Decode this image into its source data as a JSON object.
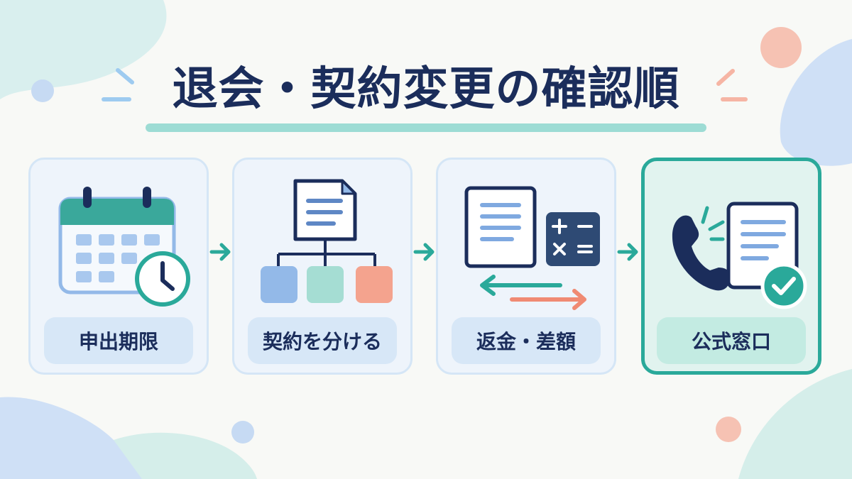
{
  "title": "退会・契約変更の確認順",
  "colors": {
    "navy": "#1b2d5b",
    "teal": "#2aa99a",
    "blue": "#93b9e8",
    "mint": "#9fd6cd",
    "coral": "#f4a38e"
  },
  "steps": [
    {
      "label": "申出期限",
      "icon": "calendar-clock-icon"
    },
    {
      "label": "契約を分ける",
      "icon": "document-split-icon"
    },
    {
      "label": "返金・差額",
      "icon": "refund-calculator-icon"
    },
    {
      "label": "公式窓口",
      "icon": "phone-document-check-icon",
      "highlighted": true
    }
  ]
}
